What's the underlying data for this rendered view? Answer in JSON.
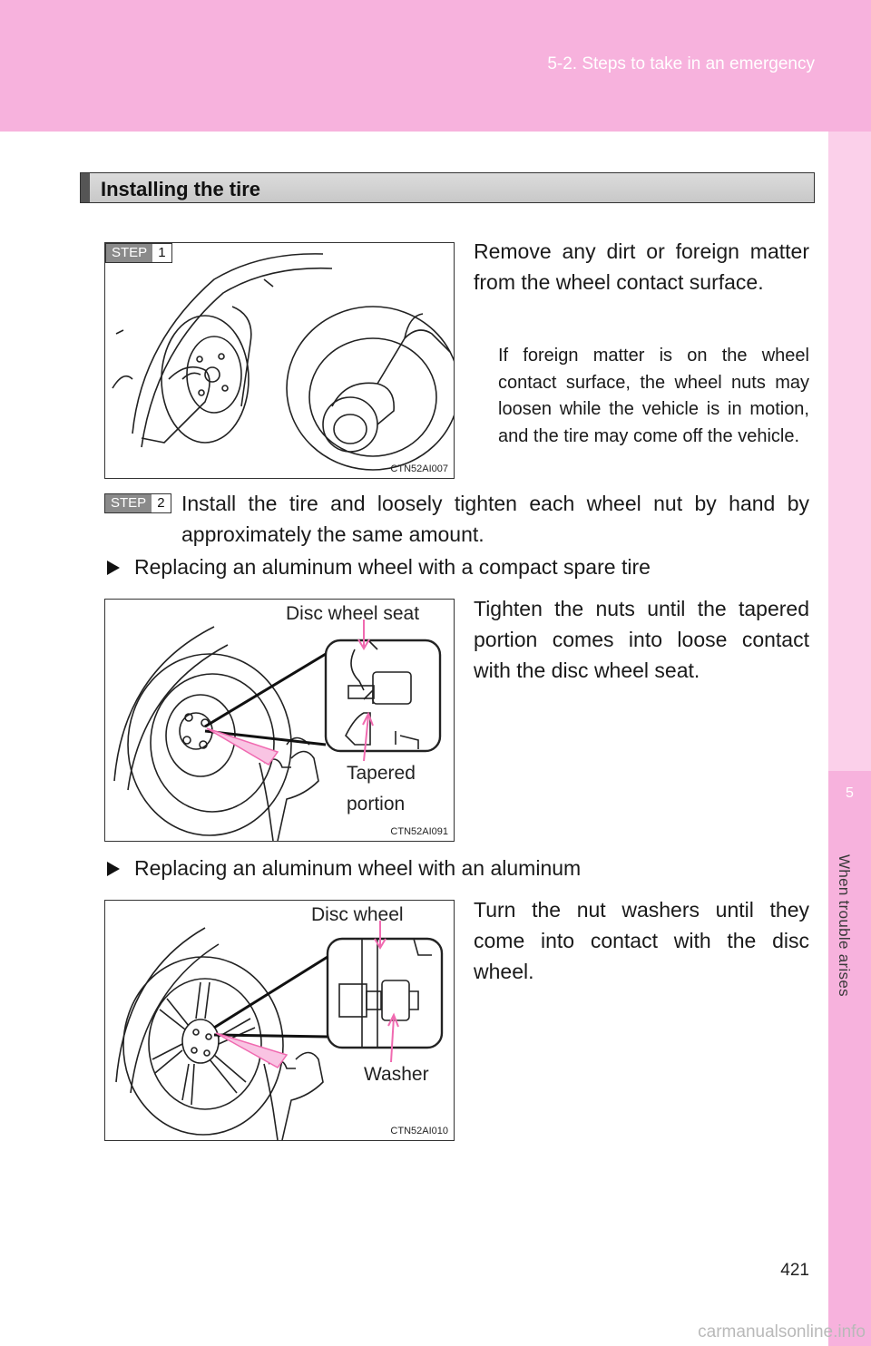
{
  "header": {
    "section": "5-2. Steps to take in an emergency"
  },
  "side_tab": {
    "chapter_number": "5",
    "chapter_title": "When trouble arises"
  },
  "section_title": "Installing the tire",
  "step1": {
    "badge_word": "STEP",
    "badge_num": "1",
    "instruction": "Remove any dirt or foreign matter from the wheel contact surface.",
    "note": "If foreign matter is on the wheel contact surface, the wheel nuts may loosen while the vehicle is in motion, and the tire may come off the vehicle.",
    "figure_code": "CTN52AI007"
  },
  "step2": {
    "badge_word": "STEP",
    "badge_num": "2",
    "instruction": "Install the tire and loosely tighten each wheel nut by hand by approximately the same amount."
  },
  "case1": {
    "heading": "Replacing an aluminum wheel with a compact spare tire",
    "instruction": "Tighten the nuts until the tapered portion comes into loose contact with the disc wheel seat.",
    "label_top": "Disc wheel seat",
    "label_bottom_1": "Tapered",
    "label_bottom_2": "portion",
    "figure_code": "CTN52AI091"
  },
  "case2": {
    "heading": "Replacing an aluminum wheel with an aluminum",
    "instruction": "Turn the nut washers until they come into contact with the disc wheel.",
    "label_top": "Disc wheel",
    "label_bottom": "Washer",
    "figure_code": "CTN52AI010"
  },
  "page_number": "421",
  "watermark": "carmanualsonline.info",
  "colors": {
    "header_pink": "#f7b2dd",
    "light_pink": "#fbd0ea",
    "callout_pink": "#f06ab0"
  }
}
